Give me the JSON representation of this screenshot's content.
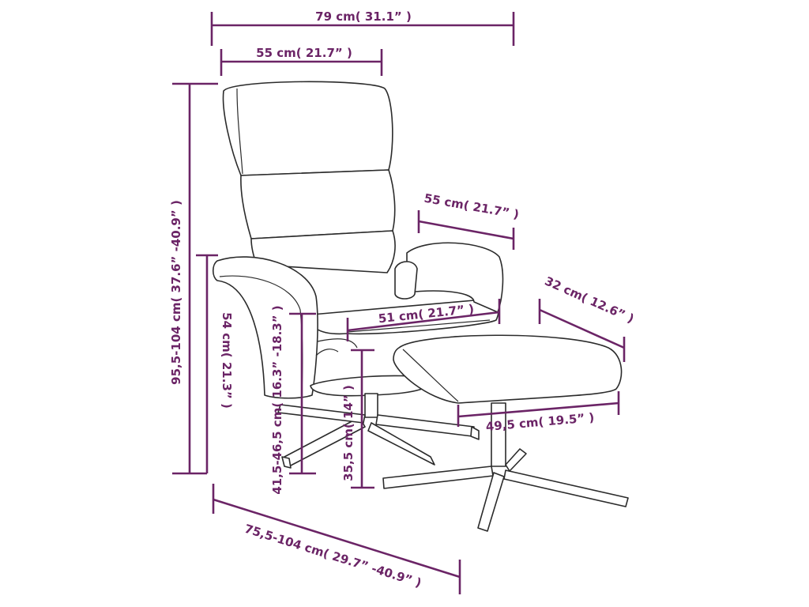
{
  "colors": {
    "dimension": "#6b2466",
    "outline": "#2b2b2b",
    "background": "#ffffff"
  },
  "dimensions": {
    "overall_width": "79 cm( 31.1” )",
    "backrest_width": "55 cm( 21.7” )",
    "armrest_length": "55 cm( 21.7” )",
    "footstool_depth": "32 cm( 12.6” )",
    "seat_width": "51 cm( 21.7” )",
    "footstool_width": "49,5 cm( 19.5” )",
    "total_height": "95,5-104 cm( 37.6” -40.9” )",
    "armrest_height": "54 cm( 21.3” )",
    "seat_height": "41,5-46,5 cm( 16.3” -18.3” )",
    "footstool_height": "35,5 cm( 14” )",
    "overall_depth": "75,5-104 cm( 29.7” -40.9” )"
  }
}
